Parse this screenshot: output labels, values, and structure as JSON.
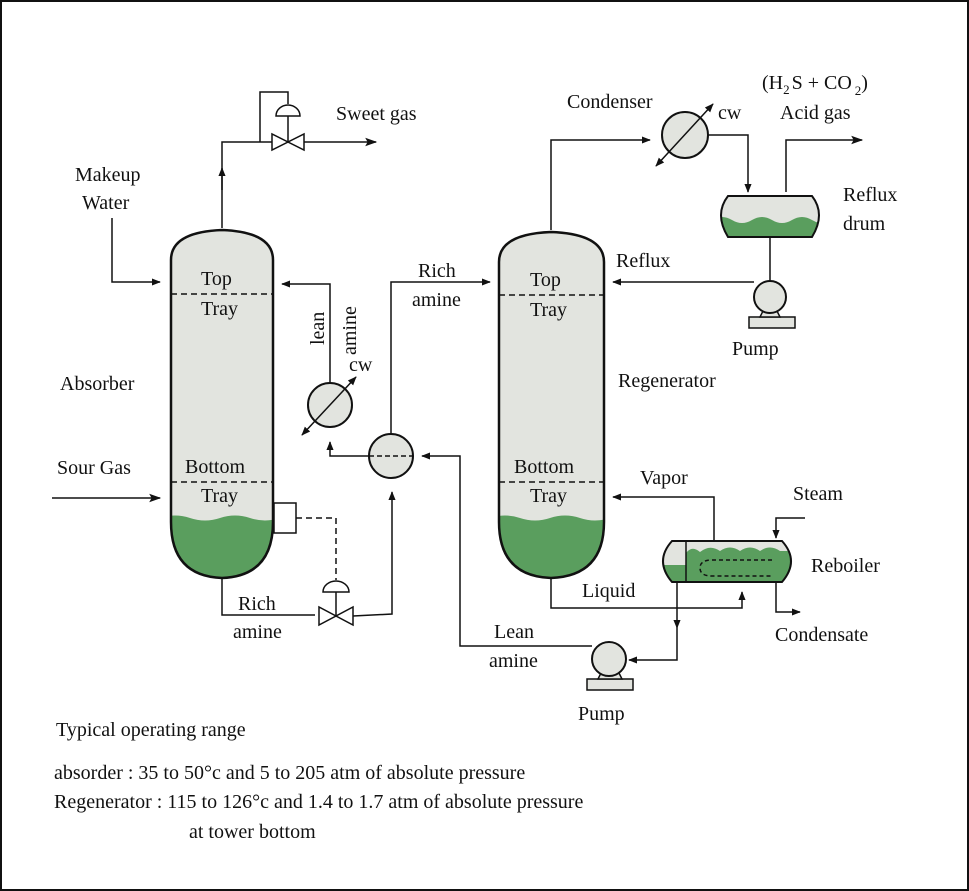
{
  "colors": {
    "vessel_fill": "#e2e4df",
    "liquid_fill": "#5a9e5e",
    "line": "#111111"
  },
  "labels": {
    "makeup_water_1": "Makeup",
    "makeup_water_2": "Water",
    "absorber": "Absorber",
    "sour_gas": "Sour Gas",
    "sweet_gas": "Sweet gas",
    "abs_top": "Top",
    "abs_top_tray": "Tray",
    "abs_bottom": "Bottom",
    "abs_bottom_tray": "Tray",
    "lean_amine_v1": "lean",
    "lean_amine_v2": "amine",
    "cw_left": "cw",
    "rich_amine_mid_1": "Rich",
    "rich_amine_mid_2": "amine",
    "rich_amine_bottom_1": "Rich",
    "rich_amine_bottom_2": "amine",
    "reg_top": "Top",
    "reg_top_tray": "Tray",
    "reg_bottom": "Bottom",
    "reg_bottom_tray": "Tray",
    "regenerator": "Regenerator",
    "condenser": "Condenser",
    "cw_right": "cw",
    "acid_gas_formula_open": "(H",
    "acid_gas_formula_sub1": "2",
    "acid_gas_formula_mid": "S  + CO",
    "acid_gas_formula_sub2": "2",
    "acid_gas_formula_close": ")",
    "acid_gas": "Acid gas",
    "reflux_drum_1": "Reflux",
    "reflux_drum_2": "drum",
    "reflux": "Reflux",
    "pump_top": "Pump",
    "vapor": "Vapor",
    "steam": "Steam",
    "reboiler": "Reboiler",
    "liquid": "Liquid",
    "condensate": "Condensate",
    "lean_amine_bottom_1": "Lean",
    "lean_amine_bottom_2": "amine",
    "pump_bottom": "Pump"
  },
  "notes": {
    "heading": "Typical operating range",
    "absorber_line": "absorder : 35 to 50°c and 5 to 205 atm of absolute pressure",
    "regenerator_line": "Regenerator : 115 to 126°c and 1.4 to 1.7 atm of absolute pressure",
    "regenerator_line_2": "at tower bottom"
  }
}
